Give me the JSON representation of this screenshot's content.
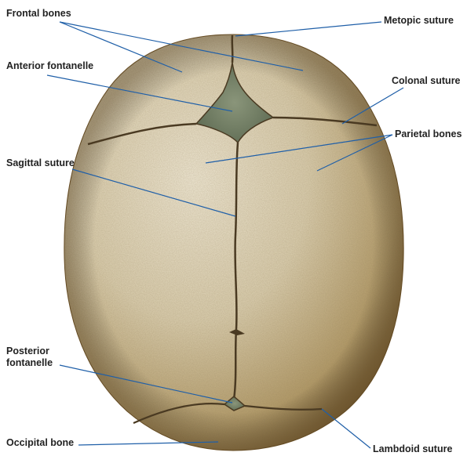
{
  "labels": {
    "frontal_bones": "Frontal bones",
    "metopic_suture": "Metopic suture",
    "anterior_fontanelle": "Anterior fontanelle",
    "colonal_suture": "Colonal suture",
    "parietal_bones": "Parietal bones",
    "sagittal_suture": "Sagittal suture",
    "posterior_fontanelle_line1": "Posterior",
    "posterior_fontanelle_line2": "fontanelle",
    "occipital_bone": "Occipital bone",
    "lambdoid_suture": "Lambdoid suture"
  },
  "colors": {
    "leader_line": "#1f5fa8",
    "bone_light": "#efe7d2",
    "bone_mid": "#cdbf98",
    "bone_dark": "#8a6f3c",
    "suture": "#4a3a22",
    "fontanelle": "#6f7a60"
  }
}
